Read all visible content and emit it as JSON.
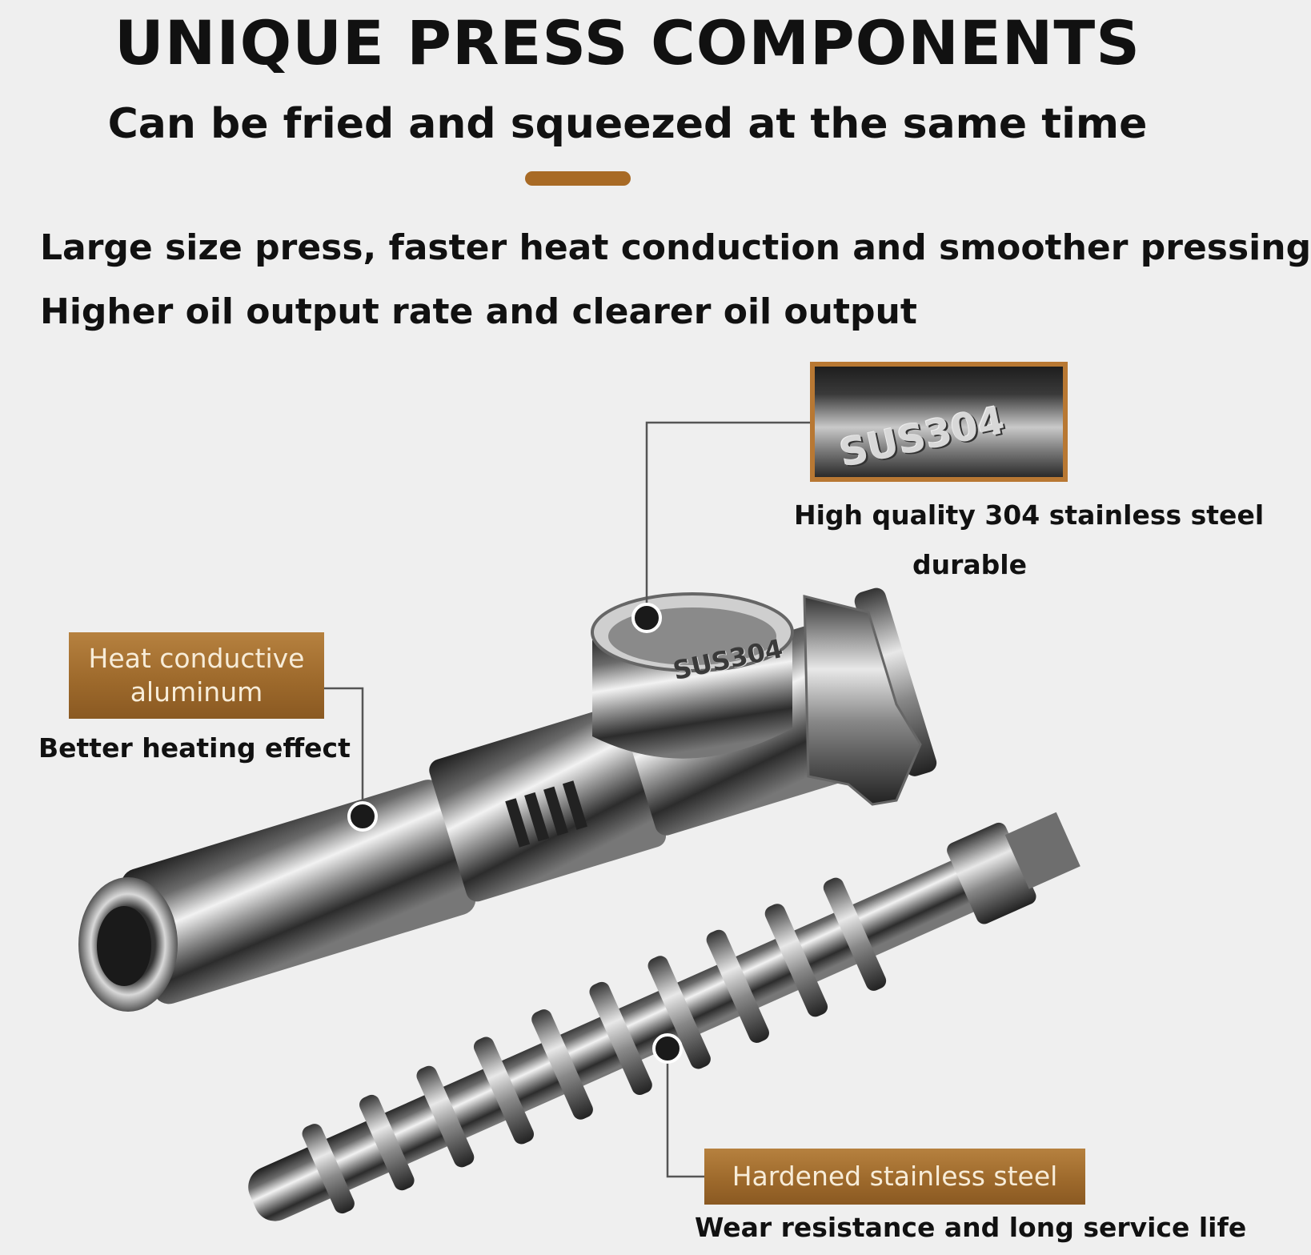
{
  "header": {
    "title": "UNIQUE PRESS COMPONENTS",
    "subtitle": "Can be fried and squeezed at the same time"
  },
  "features": [
    "Large size press, faster heat conduction and smoother pressing",
    "Higher oil output rate and clearer oil output"
  ],
  "callouts": {
    "steel": {
      "inset_stamp": "SUS304",
      "caption_line1": "High quality 304 stainless steel",
      "caption_line2": "durable"
    },
    "aluminum": {
      "badge_line1": "Heat conductive",
      "badge_line2": "aluminum",
      "caption": "Better heating effect"
    },
    "hardened": {
      "badge": "Hardened stainless steel",
      "caption": "Wear resistance and long service life"
    }
  },
  "product": {
    "body_stamp": "SUS304"
  },
  "colors": {
    "accent_gold": "#a86a25",
    "badge_text": "#f7ecd8",
    "background": "#efefef"
  }
}
